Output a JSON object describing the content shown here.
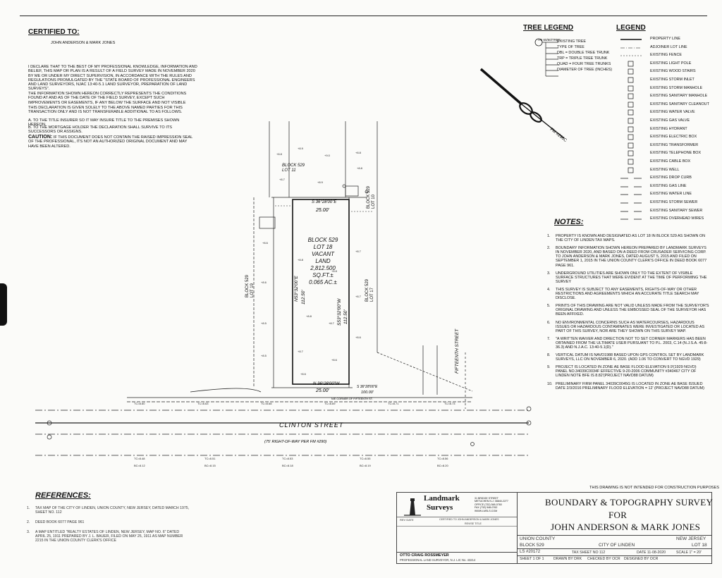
{
  "certified": {
    "title": "CERTIFIED TO:",
    "names": "JOHN ANDERSON & MARK JONES",
    "paragraph1": "I DECLARE THAT TO THE BEST OF MY PROFESSIONAL KNOWLEDGE, INFORMATION AND BELIEF, THIS MAP OR PLAN IS A RESULT OF A FIELD SURVEY MADE IN NOVEMBER 2020 BY ME OR UNDER MY DIRECT SUPERVISION, IN ACCORDANCE WITH THE RULES AND REGULATIONS PROMULGATED BY THE \"STATE BOARD OF PROFESSIONAL ENGINEERS AND LAND SURVEYORS, NJAC 13:40-5.1 LAND SURVEYOR, PREPARATION OF LAND SURVEYS\".",
    "paragraph2": "THE INFORMATION SHOWN HEREON CORRECTLY REPRESENTS THE CONDITIONS FOUND AT AND AS OF THE DATE OF THE FIELD SURVEY, EXCEPT SUCH IMPROVEMENTS OR EASEMENTS, IF ANY BELOW THE SURFACE AND NOT VISIBLE",
    "paragraph3": "THIS DECLARATION IS GIVEN SOLELY TO THE ABOVE NAMED PARTIES FOR THIS TRANSACTION ONLY AND IS NOT TRANSFERABLE ADDITIONAL TO AS FOLLOWS.",
    "item_a": "A.  TO THE TITLE INSURER SO IT MAY INSURE TITLE TO THE PREMISES SHOWN HEREON.",
    "item_b": "B.  TO THE MORTGAGE HOLDER THE DECLARATION SHALL SURVIVE TO ITS SUCCESSORS OR ASSIGNS.",
    "caution_label": "CAUTION:",
    "caution_text": "IF THIS DOCUMENT DOES NOT CONTAIN THE RAISED IMPRESSION SEAL OF THE PROFESSIONAL, ITS NOT AN AUTHORIZED ORIGINAL DOCUMENT AND MAY HAVE BEEN ALTERED."
  },
  "tree_legend": {
    "title": "TREE LEGEND",
    "code": "TRI 60/60/TREE",
    "rows": [
      "EXISTING TREE",
      "TYPE OF TREE",
      "DBL = DOUBLE TREE TRUNK",
      "TRP = TRIPLE TREE TRUNK",
      "QUAD = FOUR TREE TRUNKS",
      "DIAMETER OF TREE (INCHES)"
    ]
  },
  "legend": {
    "title": "LEGEND",
    "items": [
      "PROPERTY LINE",
      "ADJOINER LOT LINE",
      "EXISTING FENCE",
      "EXISTING LIGHT POLE",
      "EXISTING WOOD STAIRS",
      "EXISTING STORM INLET",
      "EXISTING STORM MANHOLE",
      "EXISTING SANITARY MANHOLE",
      "EXISTING SANITARY CLEANOUT",
      "EXISTING WATER VALVE",
      "EXISTING GAS VALVE",
      "EXISTING HYDRANT",
      "EXISTING ELECTRIC BOX",
      "EXISTING TRANSFORMER",
      "EXISTING TELEPHONE BOX",
      "EXISTING CABLE BOX",
      "EXISTING WELL",
      "EXISTING DROP CURB",
      "EXISTING GAS LINE",
      "EXISTING WATER LINE",
      "EXISTING STORM SEWER",
      "EXISTING SANITARY SEWER",
      "EXISTING OVERHEAD WIRES"
    ]
  },
  "notes": {
    "title": "NOTES:",
    "items": [
      {
        "num": "1.",
        "text": "PROPERTY IS KNOWN AND DESIGNATED AS LOT 18 IN BLOCK 529 AS SHOWN ON THE CITY OF LINDEN TAX MAPS."
      },
      {
        "num": "2.",
        "text": "BOUNDARY INFORMATION SHOWN HEREON PREPARED BY LANDMARK SURVEYS IN NOVEMBER 2020, AND BASED ON A DEED FROM CRUSADER SERVICING CORP. TO JOHN ANDERSON & MARK JONES, DATED AUGUST 5, 2015 AND FILED ON SEPTEMBER 1, 2015 IN THE UNION COUNTY CLERK'S OFFICE IN DEED BOOK 6077 PAGE 961."
      },
      {
        "num": "3.",
        "text": "UNDERGROUND UTILITIES ARE SHOWN ONLY TO THE EXTENT OF VISIBLE SURFACE STRUCTURES THAT WERE EVIDENT AT THE TIME OF PERFORMING THE SURVEY"
      },
      {
        "num": "4.",
        "text": "THIS SURVEY IS SUBJECT TO ANY EASEMENTS, RIGHTS-OF-WAY OR OTHER RESTRICTIONS AND AGREEMENTS WHICH AN ACCURATE TITLE SEARCH MAY DISCLOSE."
      },
      {
        "num": "5.",
        "text": "PRINTS OF THIS DRAWING ARE NOT VALID UNLESS MADE FROM THE SURVEYOR'S ORIGINAL DRAWING AND UNLESS THE EMBOSSED SEAL OF THE SURVEYOR HAS BEEN AFFIXED."
      },
      {
        "num": "6.",
        "text": "NO ENVIRONMENTAL CONCERNS SUCH AS WATERCOURSES, HAZARDOUS ISSUES OR HAZARDOUS CONTAMINATES WERE INVESTIGATED OR LOCATED AS PART OF THIS SURVEY, NOR ARE THEY SHOWN ON THIS SURVEY MAP."
      },
      {
        "num": "7.",
        "text": "\"A WRITTEN WAIVER AND DIRECTION NOT TO SET CORNER MARKERS HAS BEEN OBTAINED FROM THE ULTIMATE USER PURSUANT TO P.L. 2003, c.14 (N.J.S.A. 45:8-36.3) AND N.J.A.C. 13:40-5.1(d).\""
      },
      {
        "num": "8.",
        "text": "VERTICAL DATUM IS NAVD1988 BASED UPON GPS CONTROL SET BY LANDMARK SURVEYS, LLC ON NOVEMBER 6, 2020. (ADD 1.06 TO CONVERT TO NGVD 1929)"
      },
      {
        "num": "9.",
        "text": "PROJECT IS LOCATED IN ZONE AE BASE FLOOD ELEVATION 9.9'(1929 NGVD) PANEL NO.34039C0034F EFFECTIVE 9-20-2006 COMMUNITY #340467 CITY OF LINDEN NOTE BFE IS 8.82'(PROJECT NAVD88 DATUM)"
      },
      {
        "num": "10.",
        "text": "PRELIMINARY FIRM PANEL 34039C0045G IS LOCATED IN ZONE AE BASE ISSUED DATE 2/3/2016 PRELIMINARY FLOOD ELEVATION = 12' (PROJECT NAVD88 DATUM)"
      }
    ]
  },
  "references": {
    "title": "REFERENCES:",
    "items": [
      {
        "num": "1.",
        "text": "TAX MAP OF THE CITY OF LINDEN, UNION COUNTY, NEW JERSEY, DATED MARCH 1975, SHEET NO. 112"
      },
      {
        "num": "2.",
        "text": "DEED BOOK 6077 PAGE 961"
      },
      {
        "num": "3.",
        "text": "A MAP ENTITLED \"REALTY ESTATES OF LINDEN, NEW JERSEY, MAP NO. 6\" DATED APRIL 25, 1911 PREPARED BY J. L. BAUER, FILED ON MAY 25, 1911 AS MAP NUMBER 2215 IN THE UNION COUNTY CLERK'S OFFICE"
      }
    ]
  },
  "plan": {
    "street_main": "CLINTON STREET",
    "street_side": "FIFTEENTH STREET",
    "row_note": "(75' RIGHT-OF-WAY PER FM #290)",
    "fm_label": "FM #290C",
    "block_adj_top": "BLOCK 529\nLOT 11",
    "block_adj_left": "BLOCK 529\nLOT 19",
    "block_adj_right": "BLOCK 529\nLOT 17",
    "block_adj_right_top": "BLOCK 529\nLOT 10",
    "subject": "BLOCK 529\nLOT 18\nVACANT\nLAND\n2,812.500\nSQ.FT.±\n0.065 AC.±",
    "bearing_top": "S 36°28'00\"E",
    "dist_top": "25.00'",
    "bearing_bottom": "N 36°28'00\"W",
    "dist_bottom": "25.00'",
    "bearing_left": "N53°32'00\"E",
    "dist_left": "112.50'",
    "bearing_right": "S53°32'00\"W",
    "dist_right": "112.50'",
    "tie_bearing": "S 36°28'00\"E",
    "tie_dist": "100.00'",
    "tie_to": "N/E CORNER OF FIFTEENTH ST."
  },
  "disclaimer": "THIS DRAWING IS NOT INTENDED FOR CONSTRUCTION PURPOSES",
  "title_block": {
    "company_line1": "Landmark",
    "company_line2": "Surveys",
    "address": "31 BRIDGE STREET\nMETUCHEN N.J. 08840-2277\nOFFICE (732) 548-0760\nFAX (732) 548-0762\nWWW.LMSLS.COM",
    "title1": "BOUNDARY & TOPOGRAPHY SURVEY",
    "title2": "FOR",
    "title3": "JOHN ANDERSON & MARK JONES",
    "county": "UNION COUNTY",
    "state": "NEW JERSEY",
    "block": "BLOCK 529",
    "city": "CITY OF LINDEN",
    "lot": "LOT 18",
    "job": "LS #20172",
    "tax_sheet": "TAX SHEET NO 112",
    "date": "DATE 11-08-2020",
    "scale": "SCALE 1\" = 20'",
    "sheet": "SHEET 1 OF 1",
    "drawn_by": "DRAWN BY DRK",
    "checked_by": "CHECKED BY OCR",
    "designed_by": "DESIGNED BY OCR",
    "surveyor_name": "OTTO CRAIG ROSSMEYER",
    "surveyor_title": "PROFESSIONAL LAND SURVEYOR, N.J. LIC No. 43214",
    "rev_header": "CERTIFIED TO JOHN ANDERSON & MARK JONES",
    "rev_label": "REVISE TITLE",
    "rev_cols": "REV  DATE"
  }
}
